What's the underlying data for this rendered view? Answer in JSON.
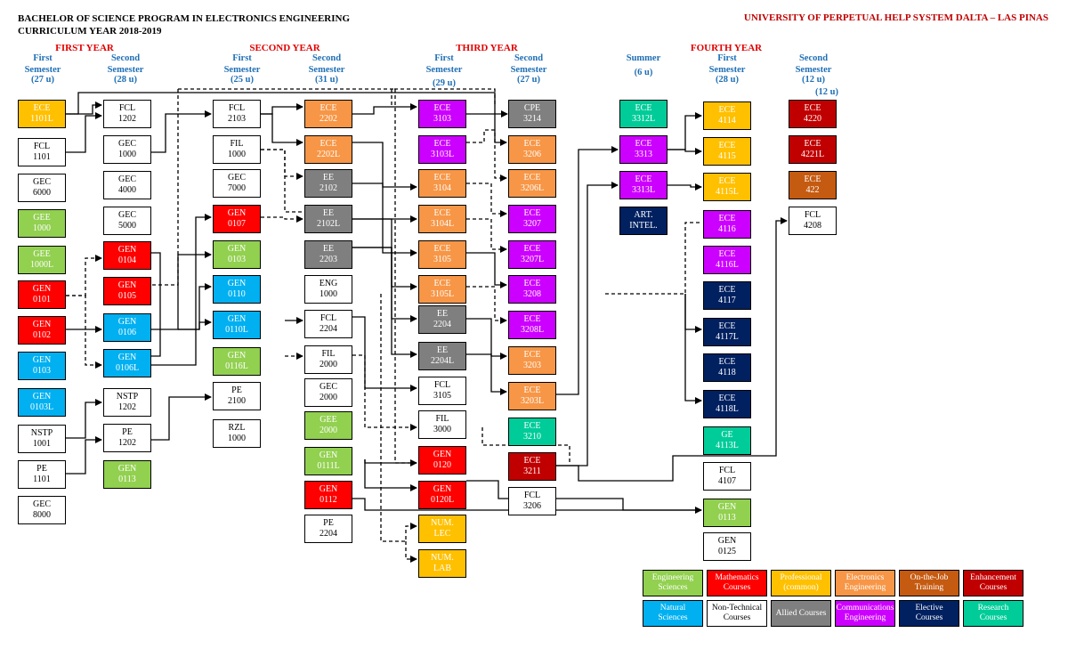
{
  "header": {
    "line1": "BACHELOR OF SCIENCE PROGRAM IN ELECTRONICS ENGINEERING",
    "line2": "CURRICULUM YEAR 2018-2019",
    "university": "UNIVERSITY OF PERPETUAL HELP SYSTEM DALTA – LAS PINAS"
  },
  "colors": {
    "engineering_sciences": "#92d050",
    "mathematics": "#ff0000",
    "professional_common": "#ffc000",
    "electronics_engineering": "#f79646",
    "on_the_job": "#c55a11",
    "enhancement": "#c00000",
    "natural_sciences": "#00b0f0",
    "non_technical": "#ffffff",
    "allied": "#7f7f7f",
    "communications": "#cc00ff",
    "elective": "#002060",
    "research": "#00cc99",
    "cpe": "#808080"
  },
  "years": [
    "FIRST YEAR",
    "SECOND YEAR",
    "THIRD YEAR",
    "FOURTH YEAR"
  ],
  "semesters": [
    {
      "label": "First\nSemester",
      "units": "(27 u)"
    },
    {
      "label": "Second\nSemester",
      "units": "(28 u)"
    },
    {
      "label": "First\nSemester",
      "units": "(25 u)"
    },
    {
      "label": "Second\nSemester",
      "units": "(31 u)"
    },
    {
      "label": "First\nSemester",
      "units": "(29 u)"
    },
    {
      "label": "Second\nSemester",
      "units": "(27 u)"
    },
    {
      "label": "Summer",
      "units": "(6 u)"
    },
    {
      "label": "First\nSemester",
      "units": "(28 u)"
    },
    {
      "label": "Second\nSemester",
      "units": "(12 u)"
    }
  ],
  "extra_units": "(12 u)",
  "courses": [
    {
      "code": "ECE",
      "num": "1101L",
      "color": "#ffc000"
    },
    {
      "code": "FCL",
      "num": "1101",
      "color": "#ffffff"
    },
    {
      "code": "GEC",
      "num": "6000",
      "color": "#ffffff"
    },
    {
      "code": "GEE",
      "num": "1000",
      "color": "#92d050"
    },
    {
      "code": "GEE",
      "num": "1000L",
      "color": "#92d050"
    },
    {
      "code": "GEN",
      "num": "0101",
      "color": "#ff0000"
    },
    {
      "code": "GEN",
      "num": "0102",
      "color": "#ff0000"
    },
    {
      "code": "GEN",
      "num": "0103",
      "color": "#00b0f0"
    },
    {
      "code": "GEN",
      "num": "0103L",
      "color": "#00b0f0"
    },
    {
      "code": "NSTP",
      "num": "1001",
      "color": "#ffffff"
    },
    {
      "code": "PE",
      "num": "1101",
      "color": "#ffffff"
    },
    {
      "code": "GEC",
      "num": "8000",
      "color": "#ffffff"
    },
    {
      "code": "FCL",
      "num": "1202",
      "color": "#ffffff"
    },
    {
      "code": "GEC",
      "num": "1000",
      "color": "#ffffff"
    },
    {
      "code": "GEC",
      "num": "4000",
      "color": "#ffffff"
    },
    {
      "code": "GEC",
      "num": "5000",
      "color": "#ffffff"
    },
    {
      "code": "GEN",
      "num": "0104",
      "color": "#ff0000"
    },
    {
      "code": "GEN",
      "num": "0105",
      "color": "#ff0000"
    },
    {
      "code": "GEN",
      "num": "0106",
      "color": "#00b0f0"
    },
    {
      "code": "GEN",
      "num": "0106L",
      "color": "#00b0f0"
    },
    {
      "code": "NSTP",
      "num": "1202",
      "color": "#ffffff"
    },
    {
      "code": "PE",
      "num": "1202",
      "color": "#ffffff"
    },
    {
      "code": "GEN",
      "num": "0113",
      "color": "#92d050"
    },
    {
      "code": "FCL",
      "num": "2103",
      "color": "#ffffff"
    },
    {
      "code": "FIL",
      "num": "1000",
      "color": "#ffffff"
    },
    {
      "code": "GEC",
      "num": "7000",
      "color": "#ffffff"
    },
    {
      "code": "GEN",
      "num": "0107",
      "color": "#ff0000"
    },
    {
      "code": "GEN",
      "num": "0103",
      "color": "#92d050"
    },
    {
      "code": "GEN",
      "num": "0110",
      "color": "#00b0f0"
    },
    {
      "code": "GEN",
      "num": "0110L",
      "color": "#00b0f0"
    },
    {
      "code": "GEN",
      "num": "0116L",
      "color": "#92d050"
    },
    {
      "code": "PE",
      "num": "2100",
      "color": "#ffffff"
    },
    {
      "code": "RZL",
      "num": "1000",
      "color": "#ffffff"
    },
    {
      "code": "ECE",
      "num": "2202",
      "color": "#f79646"
    },
    {
      "code": "ECE",
      "num": "2202L",
      "color": "#f79646"
    },
    {
      "code": "EE",
      "num": "2102",
      "color": "#7f7f7f"
    },
    {
      "code": "EE",
      "num": "2102L",
      "color": "#7f7f7f"
    },
    {
      "code": "EE",
      "num": "2203",
      "color": "#7f7f7f"
    },
    {
      "code": "ENG",
      "num": "1000",
      "color": "#ffffff"
    },
    {
      "code": "FCL",
      "num": "2204",
      "color": "#ffffff"
    },
    {
      "code": "FIL",
      "num": "2000",
      "color": "#ffffff"
    },
    {
      "code": "GEC",
      "num": "2000",
      "color": "#ffffff"
    },
    {
      "code": "GEE",
      "num": "2000",
      "color": "#92d050"
    },
    {
      "code": "GEN",
      "num": "0111L",
      "color": "#92d050"
    },
    {
      "code": "GEN",
      "num": "0112",
      "color": "#ff0000"
    },
    {
      "code": "PE",
      "num": "2204",
      "color": "#ffffff"
    },
    {
      "code": "ECE",
      "num": "3103",
      "color": "#cc00ff"
    },
    {
      "code": "ECE",
      "num": "3103L",
      "color": "#cc00ff"
    },
    {
      "code": "ECE",
      "num": "3104",
      "color": "#f79646"
    },
    {
      "code": "ECE",
      "num": "3104L",
      "color": "#f79646"
    },
    {
      "code": "ECE",
      "num": "3105",
      "color": "#f79646"
    },
    {
      "code": "ECE",
      "num": "3105L",
      "color": "#f79646"
    },
    {
      "code": "EE",
      "num": "2204",
      "color": "#7f7f7f"
    },
    {
      "code": "EE",
      "num": "2204L",
      "color": "#7f7f7f"
    },
    {
      "code": "FCL",
      "num": "3105",
      "color": "#ffffff"
    },
    {
      "code": "FIL",
      "num": "3000",
      "color": "#ffffff"
    },
    {
      "code": "GEN",
      "num": "0120",
      "color": "#ff0000"
    },
    {
      "code": "GEN",
      "num": "0120L",
      "color": "#ff0000"
    },
    {
      "code": "NUM.",
      "num": "LEC",
      "color": "#ffc000"
    },
    {
      "code": "NUM.",
      "num": "LAB",
      "color": "#ffc000"
    },
    {
      "code": "CPE",
      "num": "3214",
      "color": "#808080"
    },
    {
      "code": "ECE",
      "num": "3206",
      "color": "#f79646"
    },
    {
      "code": "ECE",
      "num": "3206L",
      "color": "#f79646"
    },
    {
      "code": "ECE",
      "num": "3207",
      "color": "#cc00ff"
    },
    {
      "code": "ECE",
      "num": "3207L",
      "color": "#cc00ff"
    },
    {
      "code": "ECE",
      "num": "3208",
      "color": "#cc00ff"
    },
    {
      "code": "ECE",
      "num": "3208L",
      "color": "#cc00ff"
    },
    {
      "code": "ECE",
      "num": "3203",
      "color": "#f79646"
    },
    {
      "code": "ECE",
      "num": "3203L",
      "color": "#f79646"
    },
    {
      "code": "ECE",
      "num": "3210",
      "color": "#00cc99"
    },
    {
      "code": "ECE",
      "num": "3211",
      "color": "#c00000"
    },
    {
      "code": "FCL",
      "num": "3206",
      "color": "#ffffff"
    },
    {
      "code": "ECE",
      "num": "3312L",
      "color": "#00cc99"
    },
    {
      "code": "ECE",
      "num": "3313",
      "color": "#cc00ff"
    },
    {
      "code": "ECE",
      "num": "3313L",
      "color": "#cc00ff"
    },
    {
      "code": "ART.",
      "num": "INTEL.",
      "color": "#002060"
    },
    {
      "code": "ECE",
      "num": "4114",
      "color": "#ffc000"
    },
    {
      "code": "ECE",
      "num": "4115",
      "color": "#ffc000"
    },
    {
      "code": "ECE",
      "num": "4115L",
      "color": "#ffc000"
    },
    {
      "code": "ECE",
      "num": "4116",
      "color": "#cc00ff"
    },
    {
      "code": "ECE",
      "num": "4116L",
      "color": "#cc00ff"
    },
    {
      "code": "ECE",
      "num": "4117",
      "color": "#002060"
    },
    {
      "code": "ECE",
      "num": "4117L",
      "color": "#002060"
    },
    {
      "code": "ECE",
      "num": "4118",
      "color": "#002060"
    },
    {
      "code": "ECE",
      "num": "4118L",
      "color": "#002060"
    },
    {
      "code": "GE",
      "num": "4113L",
      "color": "#00cc99"
    },
    {
      "code": "FCL",
      "num": "4107",
      "color": "#ffffff"
    },
    {
      "code": "GEN",
      "num": "0113",
      "color": "#92d050"
    },
    {
      "code": "GEN",
      "num": "0125",
      "color": "#ffffff"
    },
    {
      "code": "ECE",
      "num": "4220",
      "color": "#c00000"
    },
    {
      "code": "ECE",
      "num": "4221L",
      "color": "#c00000"
    },
    {
      "code": "ECE",
      "num": "422",
      "color": "#c55a11"
    },
    {
      "code": "FCL",
      "num": "4208",
      "color": "#ffffff"
    }
  ],
  "legend": [
    {
      "label": "Engineering Sciences",
      "color": "#92d050",
      "text_color": "#ffffff"
    },
    {
      "label": "Mathematics Courses",
      "color": "#ff0000",
      "text_color": "#ffffff"
    },
    {
      "label": "Professional (common)",
      "color": "#ffc000",
      "text_color": "#ffffff"
    },
    {
      "label": "Electronics Engineering",
      "color": "#f79646",
      "text_color": "#ffffff"
    },
    {
      "label": "On-the-Job Training",
      "color": "#c55a11",
      "text_color": "#ffffff"
    },
    {
      "label": "Enhancement Courses",
      "color": "#c00000",
      "text_color": "#ffffff"
    },
    {
      "label": "Natural Sciences",
      "color": "#00b0f0",
      "text_color": "#ffffff"
    },
    {
      "label": "Non-Technical Courses",
      "color": "#ffffff",
      "text_color": "#000000"
    },
    {
      "label": "Allied Courses",
      "color": "#7f7f7f",
      "text_color": "#ffffff"
    },
    {
      "label": "Communications Engineering",
      "color": "#cc00ff",
      "text_color": "#ffffff"
    },
    {
      "label": "Elective Courses",
      "color": "#002060",
      "text_color": "#ffffff"
    },
    {
      "label": "Research Courses",
      "color": "#00cc99",
      "text_color": "#ffffff"
    }
  ]
}
